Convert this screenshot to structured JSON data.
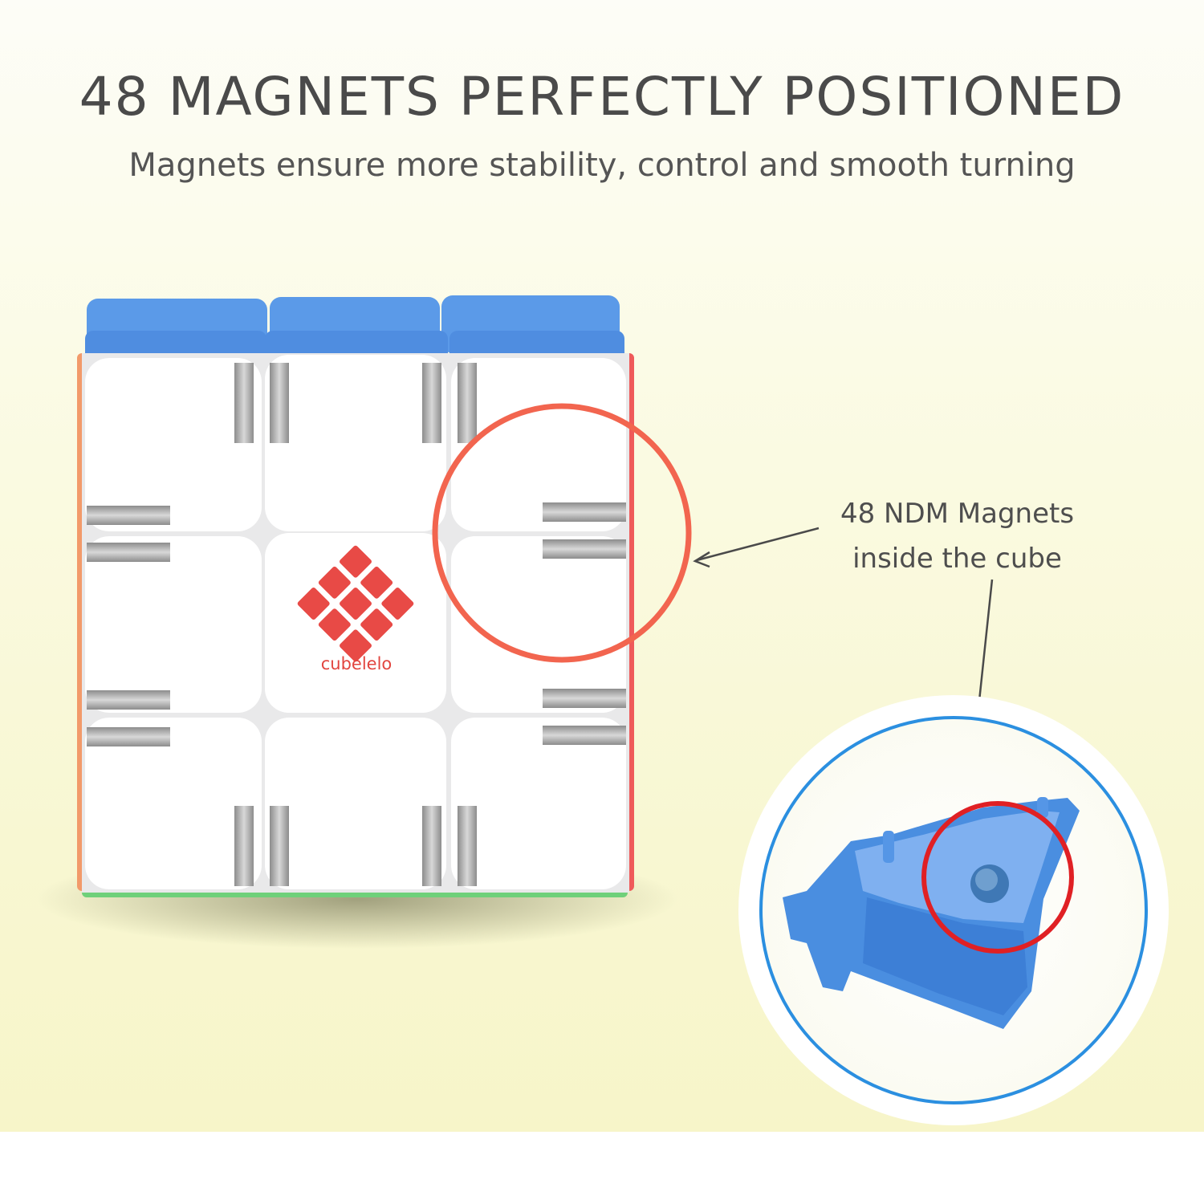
{
  "header": {
    "title": "48 MAGNETS PERFECTLY POSITIONED",
    "subtitle": "Magnets ensure more stability, control and smooth turning"
  },
  "callout": {
    "line1": "48 NDM Magnets",
    "line2": "inside the cube"
  },
  "cube": {
    "brand": "cubelelo",
    "face_color": "white",
    "top_color": "blue",
    "left_color": "orange",
    "right_color": "red",
    "bottom_color": "green",
    "icons": [
      "magnet-icon",
      "highlight-ring-icon",
      "arrow-icon"
    ]
  },
  "colors": {
    "highlight_ring": "#f2654f",
    "inset_ring": "#2b8fe0",
    "inset_red_ring": "#e02024",
    "piece_blue": "#4a8ee0",
    "text": "#4a4a4a"
  }
}
